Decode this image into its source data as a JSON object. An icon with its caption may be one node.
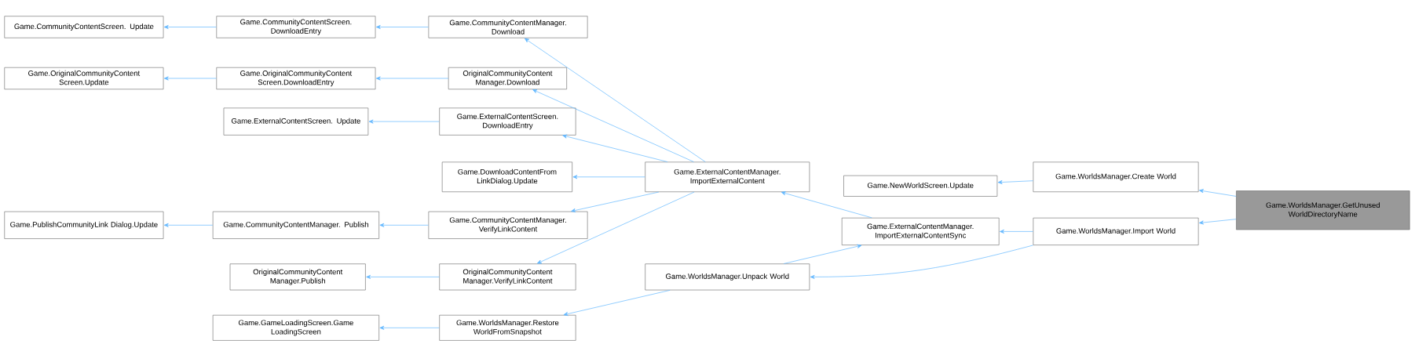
{
  "diagram": {
    "nodes": [
      {
        "text": [
          "Game.CommunityContentScreen. Update"
        ]
      },
      {
        "text": [
          "Game.CommunityContentScreen. DownloadEntry"
        ]
      },
      {
        "text": [
          "Game.CommunityContentManager. Download"
        ]
      },
      {
        "text": [
          "Game.OriginalCommunityContent Screen.Update"
        ]
      },
      {
        "text": [
          "Game.OriginalCommunityContent Screen.DownloadEntry"
        ]
      },
      {
        "text": [
          "OriginalCommunityContent Manager.Download"
        ]
      },
      {
        "text": [
          "Game.ExternalContentScreen. Update"
        ]
      },
      {
        "text": [
          "Game.ExternalContentScreen. DownloadEntry"
        ]
      },
      {
        "text": [
          "Game.DownloadContentFrom LinkDialog.Update"
        ]
      },
      {
        "text": [
          "Game.ExternalContentManager. ImportExternalContent"
        ]
      },
      {
        "text": [
          "Game.PublishCommunityLink Dialog.Update"
        ]
      },
      {
        "text": [
          "Game.CommunityContentManager. Publish"
        ]
      },
      {
        "text": [
          "Game.CommunityContentManager. VerifyLinkContent"
        ]
      },
      {
        "text": [
          "OriginalCommunityContent Manager.Publish"
        ]
      },
      {
        "text": [
          "OriginalCommunityContent Manager.VerifyLinkContent"
        ]
      },
      {
        "text": [
          "Game.GameLoadingScreen.Game LoadingScreen"
        ]
      },
      {
        "text": [
          "Game.WorldsManager.Restore WorldFromSnapshot"
        ]
      },
      {
        "text": [
          "Game.WorldsManager.Unpack World"
        ]
      },
      {
        "text": [
          "Game.NewWorldScreen.Update"
        ]
      },
      {
        "text": [
          "Game.ExternalContentManager. ImportExternalContentSync"
        ]
      },
      {
        "text": [
          "Game.WorldsManager.Create World"
        ]
      },
      {
        "text": [
          "Game.WorldsManager.Import World"
        ]
      },
      {
        "text": [
          "Game.WorldsManager.GetUnused WorldDirectoryName"
        ]
      }
    ],
    "edges": [
      {
        "from": 1,
        "to": 0,
        "arrow": "to"
      },
      {
        "from": 2,
        "to": 1,
        "arrow": "to"
      },
      {
        "from": 4,
        "to": 3,
        "arrow": "to"
      },
      {
        "from": 5,
        "to": 4,
        "arrow": "to"
      },
      {
        "from": 7,
        "to": 6,
        "arrow": "to"
      },
      {
        "from": 9,
        "to": 2,
        "arrow": "to"
      },
      {
        "from": 9,
        "to": 5,
        "arrow": "to"
      },
      {
        "from": 9,
        "to": 7,
        "arrow": "to"
      },
      {
        "from": 9,
        "to": 8,
        "arrow": "to"
      },
      {
        "from": 9,
        "to": 12,
        "arrow": "to"
      },
      {
        "from": 9,
        "to": 14,
        "arrow": "to"
      },
      {
        "from": 12,
        "to": 11,
        "arrow": "to"
      },
      {
        "from": 11,
        "to": 10,
        "arrow": "to"
      },
      {
        "from": 14,
        "to": 13,
        "arrow": "to"
      },
      {
        "from": 16,
        "to": 15,
        "arrow": "to"
      },
      {
        "from": 17,
        "to": 16,
        "arrow": "to"
      },
      {
        "from": 19,
        "to": 9,
        "arrow": "to"
      },
      {
        "from": 17,
        "to": 19,
        "arrow": "to"
      },
      {
        "from": 21,
        "to": 17,
        "arrow": "to"
      },
      {
        "from": 21,
        "to": 19,
        "arrow": "to"
      },
      {
        "from": 20,
        "to": 18,
        "arrow": "to"
      },
      {
        "from": 22,
        "to": 20,
        "arrow": "to"
      },
      {
        "from": 22,
        "to": 21,
        "arrow": "to"
      }
    ]
  }
}
